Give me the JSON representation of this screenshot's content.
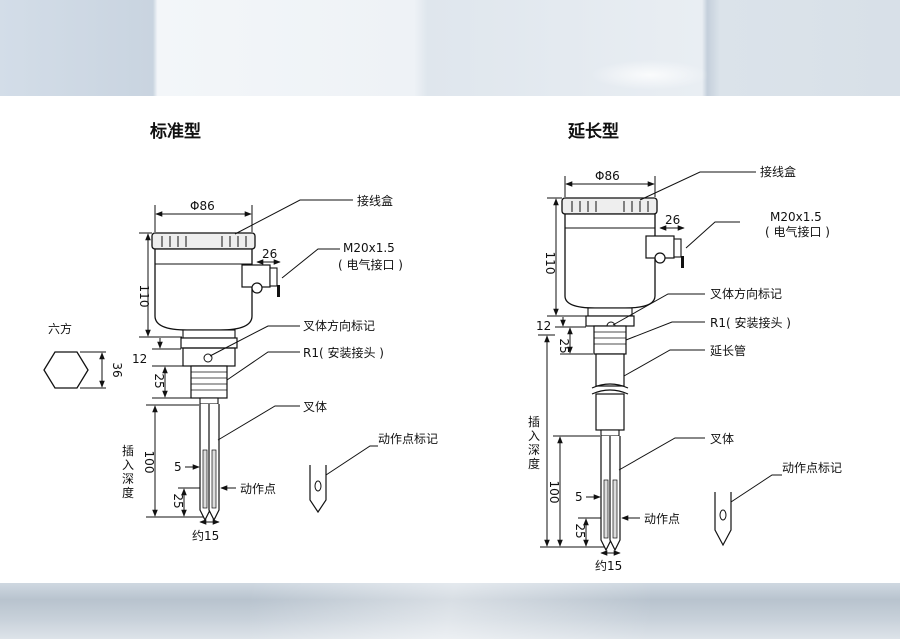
{
  "titles": {
    "standard": "标准型",
    "extended": "延长型"
  },
  "hex": {
    "title": "六方",
    "size": "36"
  },
  "standard": {
    "dia": "Φ86",
    "height": "110",
    "cable_dim": "26",
    "d12": "12",
    "d25": "25",
    "d100": "100",
    "insert_depth": [
      "插",
      "入",
      "深",
      "度"
    ],
    "d5": "5",
    "d25b": "25",
    "approx": "约15",
    "junction_box": "接线盒",
    "cable_port": "M20x1.5",
    "cable_port_sub": "( 电气接口 )",
    "fork_dir_mark": "叉体方向标记",
    "r1": "R1( 安装接头 )",
    "fork": "叉体",
    "action_point": "动作点",
    "action_mark": "动作点标记"
  },
  "extended": {
    "dia": "Φ86",
    "height": "110",
    "cable_dim": "26",
    "d12": "12",
    "d25": "25",
    "d100": "100",
    "insert_depth": [
      "插",
      "入",
      "深",
      "度"
    ],
    "d5": "5",
    "d25b": "25",
    "approx": "约15",
    "junction_box": "接线盒",
    "cable_port": "M20x1.5",
    "cable_port_sub": "( 电气接口 )",
    "fork_dir_mark": "叉体方向标记",
    "r1": "R1( 安装接头 )",
    "ext_pipe": "延长管",
    "fork": "叉体",
    "action_point": "动作点",
    "action_mark": "动作点标记"
  }
}
